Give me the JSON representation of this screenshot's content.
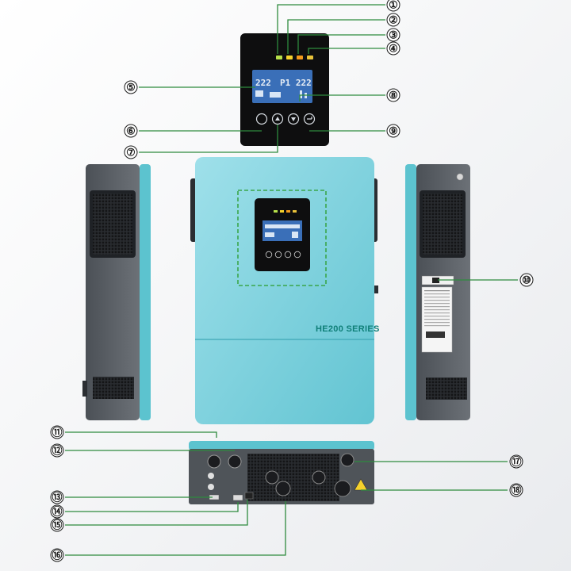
{
  "product": {
    "series_label": "HE200 SERIES",
    "lcd_left": "222",
    "lcd_right": "P1 222"
  },
  "callouts": [
    {
      "num": "①"
    },
    {
      "num": "②"
    },
    {
      "num": "③"
    },
    {
      "num": "④"
    },
    {
      "num": "⑤"
    },
    {
      "num": "⑥"
    },
    {
      "num": "⑦"
    },
    {
      "num": "⑧"
    },
    {
      "num": "⑨"
    },
    {
      "num": "⑩"
    },
    {
      "num": "⑪"
    },
    {
      "num": "⑫"
    },
    {
      "num": "⑬"
    },
    {
      "num": "⑭"
    },
    {
      "num": "⑮"
    },
    {
      "num": "⑯"
    },
    {
      "num": "⑰"
    },
    {
      "num": "⑱"
    }
  ],
  "colors": {
    "callout_line": "#2e8b3e",
    "body_teal": "#7fd3df",
    "panel_black": "#111111",
    "side_gray": "#555a60",
    "led_green": "#b6e04a",
    "led_yellow": "#f5d22c",
    "led_orange": "#f39a1b",
    "lcd_blue": "#3a6fb8"
  }
}
